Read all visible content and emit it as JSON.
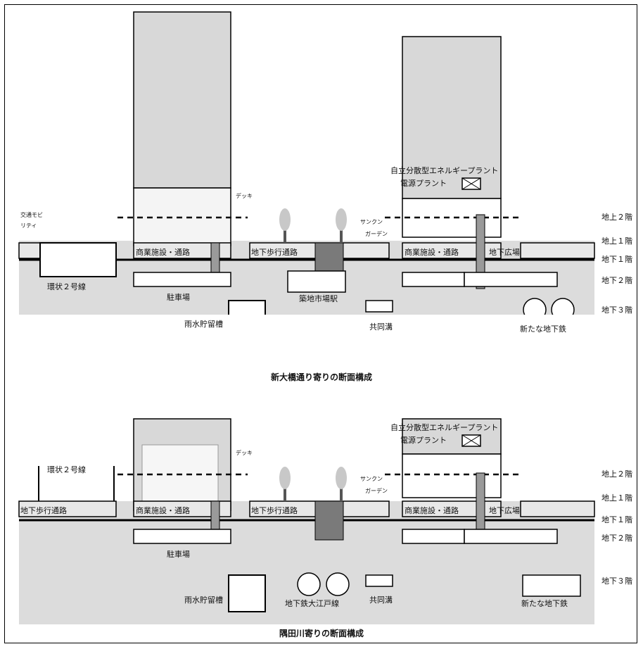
{
  "top": {
    "caption": "新大橋通り寄りの断面構成",
    "levels": [
      "地上２階",
      "地上１階",
      "地下１階",
      "地下２階",
      "地下３階"
    ],
    "plant_line1": "自立分散型エネルギープラント",
    "plant_line2": "電源プラント",
    "deck": "デッキ",
    "sunken_1": "サンクン",
    "sunken_2": "ガーデン",
    "left_top_1": "交通モビ",
    "left_top_2": "リティ",
    "commercial_left": "商業施設・通路",
    "commercial_right": "商業施設・通路",
    "underground_walkway": "地下歩行通路",
    "underground_plaza": "地下広場",
    "ring_road": "環状２号線",
    "parking": "駐車場",
    "rain_storage": "雨水貯留槽",
    "station": "築地市場駅",
    "common_duct": "共同溝",
    "new_subway": "新たな地下鉄"
  },
  "bottom": {
    "caption": "隅田川寄りの断面構成",
    "levels": [
      "地上２階",
      "地上１階",
      "地下１階",
      "地下２階",
      "地下３階"
    ],
    "plant_line1": "自立分散型エネルギープラント",
    "plant_line2": "電源プラント",
    "deck": "デッキ",
    "sunken_1": "サンクン",
    "sunken_2": "ガーデン",
    "ring_road": "環状２号線",
    "underground_walkway_left": "地下歩行通路",
    "commercial_left": "商業施設・通路",
    "underground_walkway": "地下歩行通路",
    "commercial_right": "商業施設・通路",
    "underground_plaza": "地下広場",
    "parking": "駐車場",
    "rain_storage": "雨水貯留槽",
    "oedo_line": "地下鉄大江戸線",
    "common_duct": "共同溝",
    "new_subway": "新たな地下鉄"
  }
}
